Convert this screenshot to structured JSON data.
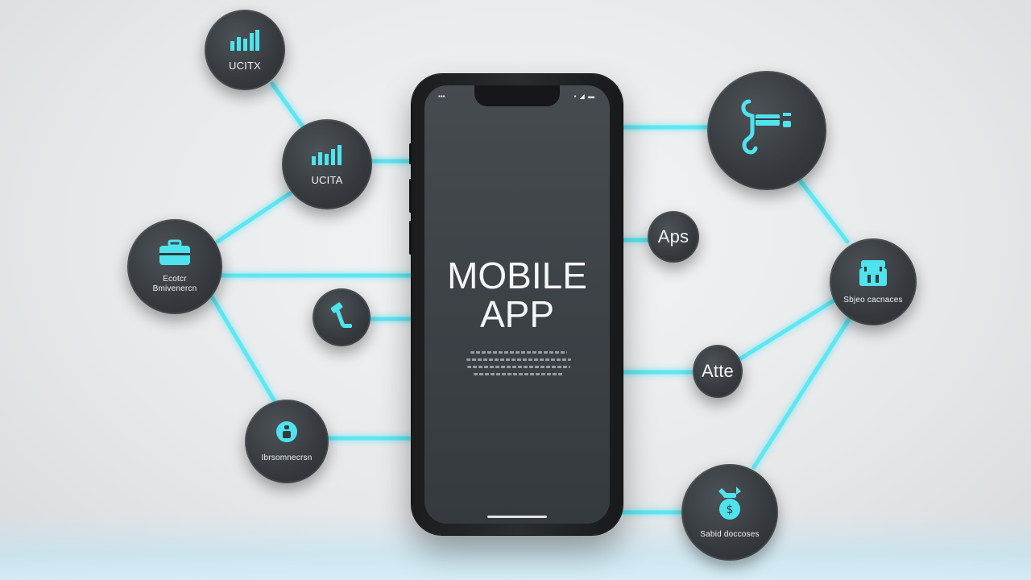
{
  "phone": {
    "title_line1": "MOBILE",
    "title_line2": "APP"
  },
  "nodes": {
    "top_left": {
      "label": "UCITX",
      "icon": "bar-chart-icon"
    },
    "upper_left": {
      "label": "UCITA",
      "icon": "bar-chart-icon"
    },
    "mid_left": {
      "label_line1": "Ecotcr",
      "label_line2": "Bmivenercn",
      "icon": "briefcase-icon"
    },
    "inner_left": {
      "icon": "hammer-icon"
    },
    "lower_left": {
      "label": "Ibrsomnecrsn",
      "icon": "person-icon"
    },
    "top_right": {
      "icon": "hook-cart-icon"
    },
    "aps": {
      "label": "Aps"
    },
    "right_store": {
      "label": "Sbjeo cacnaces",
      "icon": "store-icon"
    },
    "atte": {
      "label": "Atte"
    },
    "bottom_right": {
      "label": "Sabid doccoses",
      "icon": "money-bag-icon"
    }
  },
  "colors": {
    "accent": "#4fe3ee",
    "node": "#35393d",
    "phone_screen": "#3f4449"
  }
}
